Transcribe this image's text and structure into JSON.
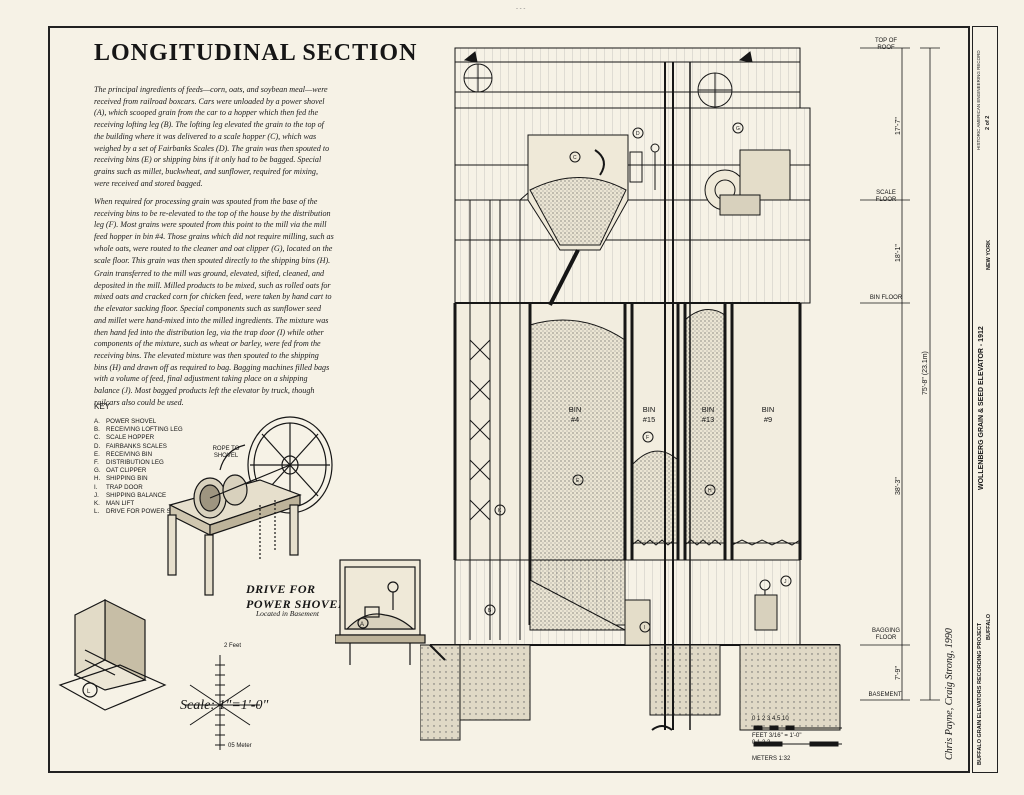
{
  "title": "LONGITUDINAL SECTION",
  "paragraphs": [
    "The principal ingredients of feeds—corn, oats, and soybean meal—were received from railroad boxcars. Cars were unloaded by a power shovel (A), which scooped grain from the car to a hopper which then fed the receiving lofting leg (B). The lofting leg elevated the grain to the top of the building where it was delivered to a scale hopper (C), which was weighed by a set of Fairbanks Scales (D). The grain was then spouted to receiving bins (E) or shipping bins if it only had to be bagged. Special grains such as millet, buckwheat, and sunflower, required for mixing, were received and stored bagged.",
    "When required for processing grain was spouted from the base of the receiving bins to be re-elevated to the top of the house by the distribution leg (F). Most grains were spouted from this point to the mill via the mill feed hopper in bin #4. Those grains which did not require milling, such as whole oats, were routed to the cleaner and oat clipper (G), located on the scale floor. This grain was then spouted directly to the shipping bins (H).",
    "Grain transferred to the mill was ground, elevated, sifted, cleaned, and deposited in the mill. Milled products to be mixed, such as rolled oats for mixed oats and cracked corn for chicken feed, were taken by hand cart to the elevator sacking floor. Special components such as sunflower seed and millet were hand-mixed into the milled ingredients. The mixture was then hand fed into the distribution leg, via the trap door (I) while other components of the mixture, such as wheat or barley, were fed from the receiving bins. The elevated mixture was then spouted to the shipping bins (H) and drawn off as required to bag. Bagging machines filled bags with a volume of feed, final adjustment taking place on a shipping balance (J). Most bagged products left the elevator by truck, though railcars also could be used."
  ],
  "key": {
    "heading": "KEY",
    "items": [
      {
        "letter": "A.",
        "label": "POWER SHOVEL"
      },
      {
        "letter": "B.",
        "label": "RECEIVING LOFTING LEG"
      },
      {
        "letter": "C.",
        "label": "SCALE HOPPER"
      },
      {
        "letter": "D.",
        "label": "FAIRBANKS SCALES"
      },
      {
        "letter": "E.",
        "label": "RECEIVING BIN"
      },
      {
        "letter": "F.",
        "label": "DISTRIBUTION LEG"
      },
      {
        "letter": "G.",
        "label": "OAT CLIPPER"
      },
      {
        "letter": "H.",
        "label": "SHIPPING BIN"
      },
      {
        "letter": "I.",
        "label": "TRAP DOOR"
      },
      {
        "letter": "J.",
        "label": "SHIPPING BALANCE"
      },
      {
        "letter": "K.",
        "label": "MAN LIFT"
      },
      {
        "letter": "L.",
        "label": "DRIVE FOR POWER SHOVEL"
      }
    ]
  },
  "detail": {
    "rope_label": "ROPE TO SHOVEL",
    "caption": "DRIVE FOR POWER SHOVEL",
    "caption_sub": "Located in Basement"
  },
  "scale_detail": {
    "text": "Scale: 1\"=1'-0\"",
    "feet_label": "2 Feet",
    "meter_label": "05 Meter"
  },
  "levels": {
    "top": "TOP OF ROOF",
    "scale": "SCALE FLOOR",
    "bin": "BIN FLOOR",
    "bagging": "BAGGING FLOOR",
    "basement": "BASEMENT"
  },
  "dims": {
    "d1": "17'-7\"",
    "d2": "18'-1\"",
    "d3": "38'-3\"",
    "d4": "7'-9\"",
    "total": "75'-8\" (23.1m)"
  },
  "bins": [
    {
      "name": "BIN",
      "num": "#4"
    },
    {
      "name": "BIN",
      "num": "#15"
    },
    {
      "name": "BIN",
      "num": "#13"
    },
    {
      "name": "BIN",
      "num": "#9"
    }
  ],
  "scale_bar": {
    "feet_ticks": "0 1 2 3 4 5      10",
    "feet_label": "FEET  3/16\" = 1'-0\"",
    "meter_ticks": "0     1      2      3",
    "meter_label": "METERS  1:32"
  },
  "signature": "Chris Payne, Craig Strong, 1990",
  "title_block": {
    "project": "BUFFALO GRAIN ELEVATORS RECORDING PROJECT",
    "city": "BUFFALO",
    "building": "WOLLENBERG GRAIN & SEED ELEVATOR - 1912",
    "state": "NEW YORK",
    "survey": "HISTORIC AMERICAN ENGINEERING RECORD",
    "sheet": "2 of 2"
  },
  "colors": {
    "paper": "#f6f2e6",
    "ink": "#161616",
    "fill": "#d8d1bd"
  }
}
